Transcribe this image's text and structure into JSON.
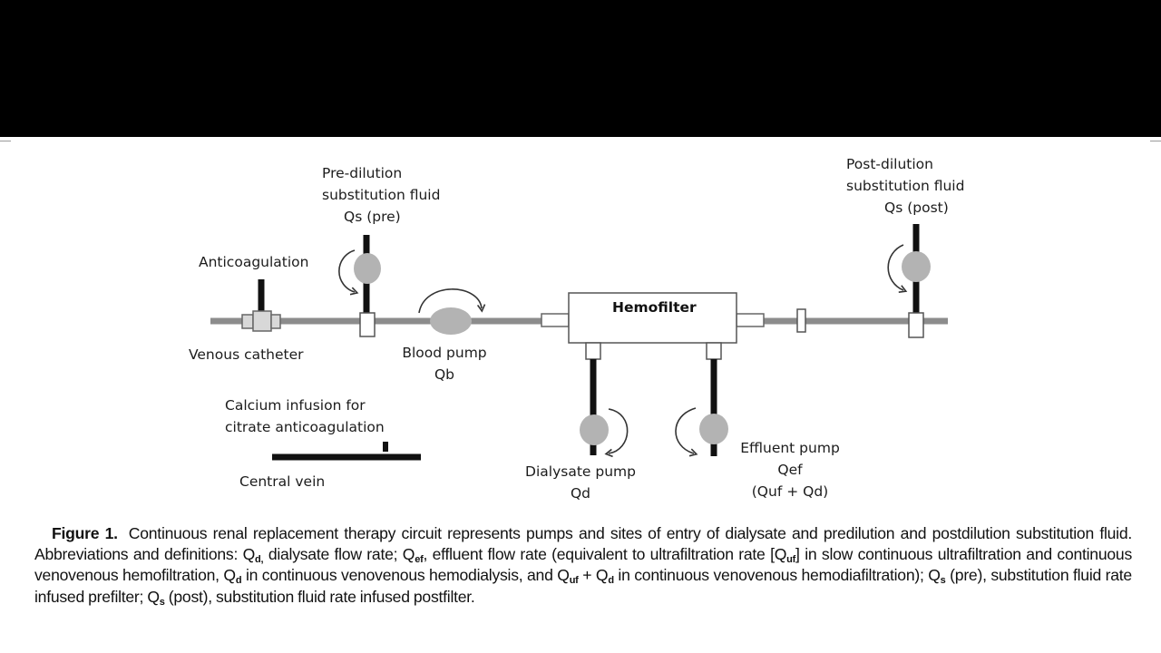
{
  "labels": {
    "pre_dilution": [
      "Pre-dilution",
      "substitution fluid",
      "Qs (pre)"
    ],
    "post_dilution": [
      "Post-dilution",
      "substitution fluid",
      "Qs (post)"
    ],
    "anticoagulation": "Anticoagulation",
    "venous_catheter": "Venous catheter",
    "blood_pump": [
      "Blood pump",
      "Qb"
    ],
    "hemofilter": "Hemofilter",
    "calcium_infusion": [
      "Calcium infusion for",
      "citrate anticoagulation"
    ],
    "central_vein": "Central vein",
    "dialysate_pump": [
      "Dialysate pump",
      "Qd"
    ],
    "effluent_pump": [
      "Effluent pump",
      "Qef",
      "(Quf + Qd)"
    ]
  },
  "caption": {
    "figure_label": "Figure 1.",
    "t1": "Continuous renal replacement therapy circuit represents pumps and sites of entry of dialysate and predilution and postdilution substitution fluid. Abbreviations and definitions: Q",
    "s1": "d,",
    "t2": " dialysate flow rate; Q",
    "s2": "ef",
    "t3": ", effluent flow rate (equivalent to ultrafiltration rate [Q",
    "s3": "uf",
    "t4": "] in slow continuous ultrafiltration and continuous venovenous hemofiltration, Q",
    "s4": "d",
    "t5": " in continuous venovenous hemodialysis, and Q",
    "s5": "uf",
    "t6": " + Q",
    "s6": "d",
    "t7": " in continuous venovenous hemodiafiltration); Q",
    "s7": "s",
    "t8": " (pre), substitution fluid rate infused prefilter; Q",
    "s8": "s",
    "t9": " (post), substitution fluid rate infused postfilter."
  }
}
